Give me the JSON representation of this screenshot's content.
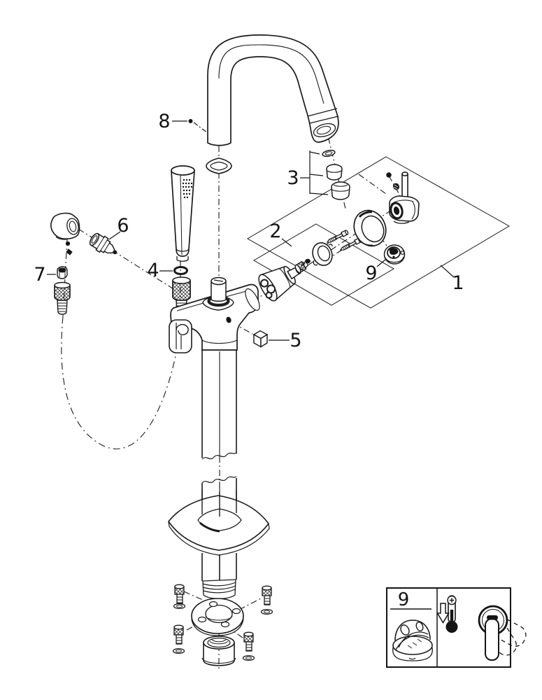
{
  "figure": {
    "background": "#ffffff",
    "ink": "#1a1a1a",
    "type": "exploded-parts-diagram"
  },
  "callouts": [
    {
      "id": "1",
      "label": "1"
    },
    {
      "id": "2",
      "label": "2"
    },
    {
      "id": "3",
      "label": "3"
    },
    {
      "id": "4",
      "label": "4"
    },
    {
      "id": "5",
      "label": "5"
    },
    {
      "id": "6",
      "label": "6"
    },
    {
      "id": "7",
      "label": "7"
    },
    {
      "id": "8",
      "label": "8"
    },
    {
      "id": "9",
      "label": "9"
    }
  ],
  "inset": {
    "part_label": "9",
    "thermometer_plus": "+"
  },
  "icons": {
    "thermometer": "max-temperature-thermometer-icon",
    "arrow": "down-arrow-icon",
    "handle": "lever-handle-icon",
    "limiter": "temperature-limiter-part"
  }
}
